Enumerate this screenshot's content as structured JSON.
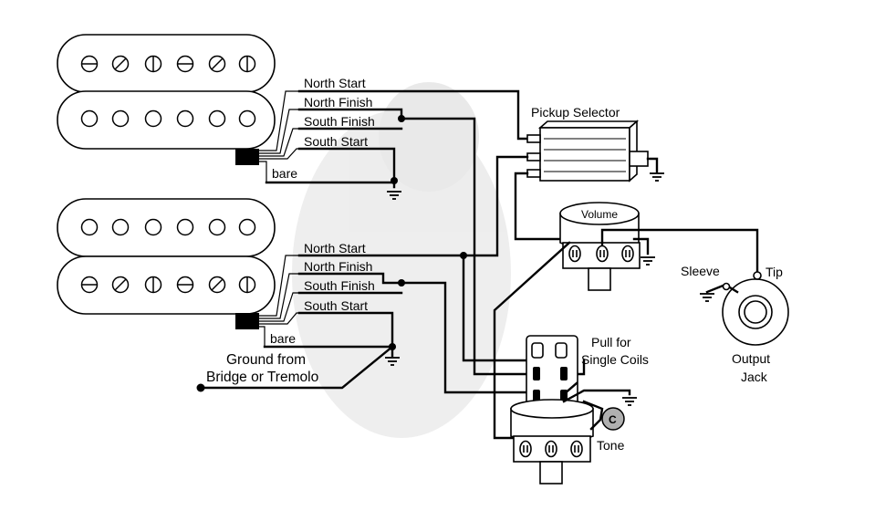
{
  "neck_pickup": {
    "leads": [
      "North Start",
      "North Finish",
      "South Finish",
      "South Start"
    ],
    "bare": "bare"
  },
  "bridge_pickup": {
    "leads": [
      "North Start",
      "North Finish",
      "South Finish",
      "South Start"
    ],
    "bare": "bare"
  },
  "ground_note": {
    "line1": "Ground from",
    "line2": "Bridge or Tremolo"
  },
  "selector": {
    "label": "Pickup Selector"
  },
  "volume": {
    "label": "Volume"
  },
  "tone": {
    "label": "Tone",
    "cap_symbol": "C"
  },
  "push_pull": {
    "line1": "Pull for",
    "line2": "Single Coils"
  },
  "output_jack": {
    "sleeve": "Sleeve",
    "tip": "Tip",
    "line1": "Output",
    "line2": "Jack"
  },
  "colors": {
    "ink": "#000000",
    "capacitor": "#b0b0b0",
    "background": "#ffffff"
  },
  "icons": [
    "ground-icon",
    "solder-junction-icon",
    "capacitor-icon",
    "pole-piece-icon"
  ]
}
